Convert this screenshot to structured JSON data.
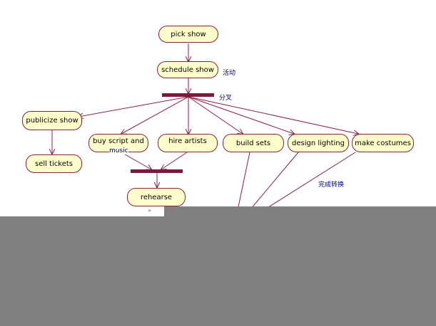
{
  "diagram": {
    "nodes": {
      "pick_show": "pick show",
      "schedule_show": "schedule show",
      "publicize_show": "publicize show",
      "sell_tickets": "sell tickets",
      "buy_script": "buy script and",
      "buy_script_overflow": "music",
      "hire_artists": "hire artists",
      "build_sets": "build sets",
      "design_lighting": "design lighting",
      "make_costumes": "make costumes",
      "rehearse": "rehearse"
    },
    "annotations": {
      "activity": "活动",
      "fork": "分叉",
      "transition": "完成转换"
    },
    "colors": {
      "node_fill": "#ffffcc",
      "node_border": "#8b1f3e",
      "bar": "#7a1b3c",
      "annotation": "#000080",
      "occluder": "#808080"
    }
  }
}
